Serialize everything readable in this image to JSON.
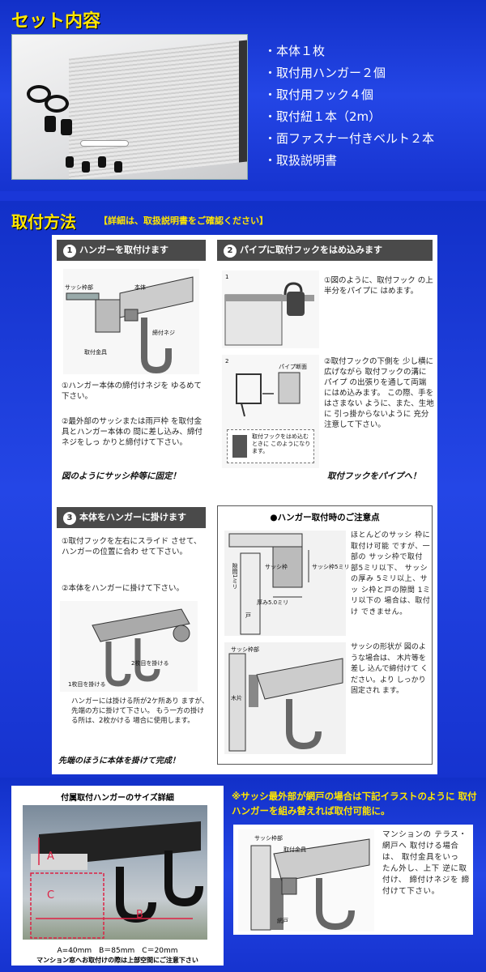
{
  "set_contents": {
    "title": "セット内容",
    "items": [
      "・本体１枚",
      "・取付用ハンガー２個",
      "・取付用フック４個",
      "・取付紐１本（2m）",
      "・面ファスナー付きベルト２本",
      "・取扱説明書"
    ]
  },
  "install": {
    "title": "取付方法",
    "note": "【詳細は、取扱説明書をご確認ください】",
    "step1": {
      "num": "1",
      "head": "ハンガーを取付けます",
      "labels": {
        "sash": "サッシ枠部",
        "body": "本体",
        "screw": "締付ネジ",
        "fitting": "取付金具"
      },
      "text1": "①ハンガー本体の締付けネジを ゆるめて下さい。",
      "text2": "②最外部のサッシまたは雨戸枠 を取付金具とハンガー本体の 間に差し込み、締付ネジをしっ かりと締付けて下さい。",
      "caption": "図のようにサッシ枠等に固定！"
    },
    "step2": {
      "num": "2",
      "head": "パイプに取付フックをはめ込みます",
      "fig1": "1",
      "fig2": "2",
      "pipe_label": "パイプ断面",
      "fig_note": "取付フックをはめ込むときに このようになります。",
      "text1": "①図のように、取付フック の上半分をパイプに はめます。",
      "text2": "②取付フックの下側を 少し横に広げながら 取付フックの溝にパイプ の出張りを通して両端 にはめ込みます。 この際、手をはさまない ように、また、生地に 引っ掛からないように 充分注意して下さい。",
      "caption": "取付フックをパイプへ！"
    },
    "step3": {
      "num": "3",
      "head": "本体をハンガーに掛けます",
      "text1": "①取付フックを左右にスライド させて、ハンガーの位置に合わ せて下さい。",
      "text2": "②本体をハンガーに掛けて下さい。",
      "hook1": "1枚目を掛ける",
      "hook2": "2枚目を掛ける",
      "text3": "ハンガーには掛ける所が2ケ所あり ますが、先端の方に掛けて下さい。 もう一方の掛ける所は、2枚かける 場合に使用します。",
      "caption": "先端のほうに本体を掛けて完成！"
    },
    "caution": {
      "head": "●ハンガー取付時のご注意点",
      "labels": {
        "gap": "隙間1ミリ",
        "sash": "サッシ枠",
        "sash5": "サッシ枠5ミリ",
        "thickness": "厚み5.0ミリ",
        "door": "戸",
        "sash_part": "サッシ枠部",
        "wood": "木片"
      },
      "text1": "ほとんどのサッシ 枠に取付け可能 ですが、一部の サッシ枠で取付 部5ミリ以下、 サッシの厚み 5ミリ以上、サッ シ枠と戸の隙間 1ミリ以下の 場合は、取付け できません。",
      "text2": "サッシの形状が 図のような場合は、 木片等を差し 込んで締付けて ください。より しっかり固定され ます。"
    }
  },
  "size_detail": {
    "title": "付属取付ハンガーのサイズ詳細",
    "a": "A",
    "b": "B",
    "c": "C",
    "dims": "A=40mm　B＝85mm　C＝20mm",
    "note": "マンション窓へお取付けの際は上部空間にご注意下さい"
  },
  "screen_note": {
    "text": "※サッシ最外部が網戸の場合は下記イラストのように 取付ハンガーを組み替えれば取付可能に。",
    "labels": {
      "sash_part": "サッシ枠部",
      "fitting": "取付金具",
      "screen": "網戸"
    },
    "body": "マンションの テラス・網戸へ 取付ける場合は、 取付金具をいっ たん外し、上下 逆に取付け、 締付けネジを 締付けて下さい。"
  },
  "colors": {
    "background": "#1a37d8",
    "title": "#ffe600",
    "step_head": "#4a4a4a"
  }
}
